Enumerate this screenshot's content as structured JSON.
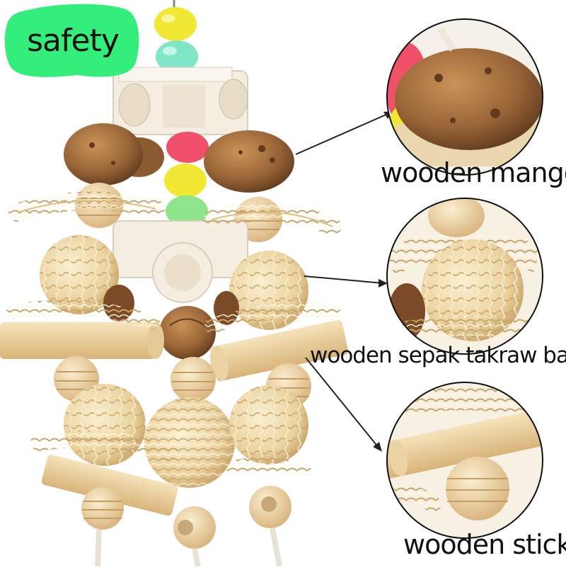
{
  "badge": {
    "text": "safety",
    "color": "#34ee7c"
  },
  "callouts": [
    {
      "label": "wooden mango"
    },
    {
      "label": "wooden sepak takraw ball"
    },
    {
      "label": "wooden stick"
    }
  ],
  "colors": {
    "wood_light": "#efd9ab",
    "wood_mid": "#d9b77e",
    "mango_brown": "#9b6638",
    "bead_yellow": "#f0e832",
    "bead_teal": "#7fe6c8",
    "bead_red": "#f0506a",
    "bead_green": "#8ee48a",
    "pipe_white": "#f4ede0"
  }
}
